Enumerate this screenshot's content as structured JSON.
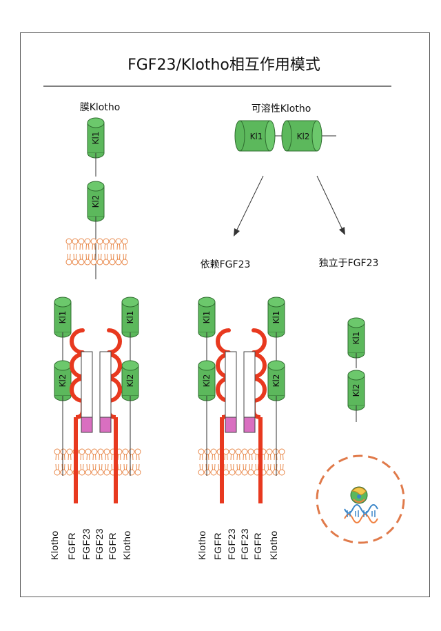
{
  "title": "FGF23/Klotho相互作用模式",
  "labels": {
    "membrane_klotho": "膜Klotho",
    "soluble_klotho": "可溶性Klotho",
    "dependent": "依赖FGF23",
    "independent": "独立于FGF23"
  },
  "domains": {
    "kl1": "Kl1",
    "kl2": "Kl2"
  },
  "complex_labels": [
    "Klotho",
    "FGFR",
    "FGF23",
    "FGF23",
    "FGFR",
    "Klotho"
  ],
  "colors": {
    "klotho_green": "#5cb85c",
    "klotho_stroke": "#2e6b2e",
    "fgfr_red": "#e8391f",
    "fgf23_pink": "#d96fc0",
    "lipid_orange": "#f0a070",
    "dna_blue": "#3a86c8",
    "dna_orange": "#f08040"
  }
}
